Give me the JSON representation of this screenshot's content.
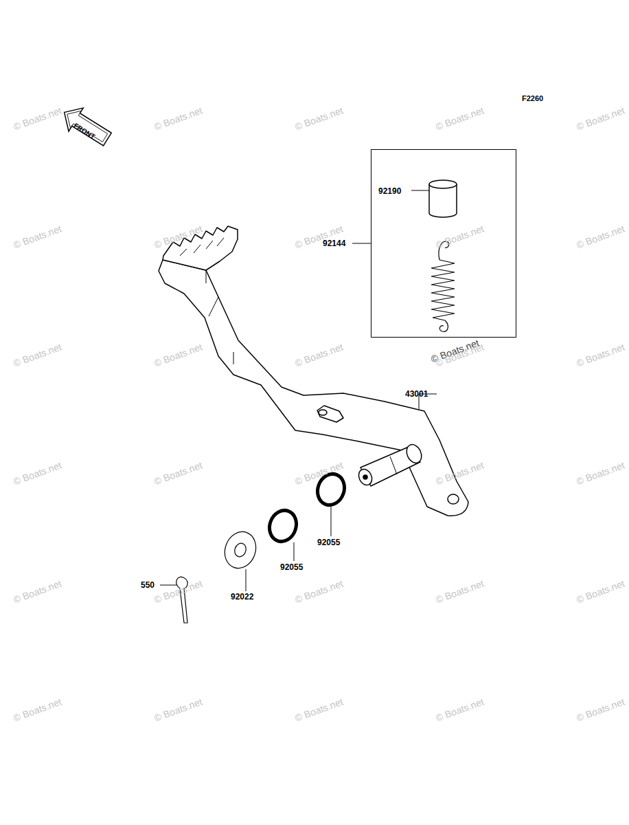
{
  "diagram": {
    "nodes": [
      {
        "text": [
          "92190"
        ]
      }
    ],
    "labels": [
      "F2260",
      "FRONT",
      "92144",
      "43001",
      "92055",
      "92055",
      "92022",
      "550",
      "© Boats.net",
      "© Boats.net",
      "© Boats.net",
      "© Boats.net",
      "© Boats.net",
      "© Boats.net",
      "© Boats.net",
      "© Boats.net",
      "© Boats.net",
      "© Boats.net",
      "© Boats.net",
      "© Boats.net",
      "© Boats.net",
      "© Boats.net",
      "© Boats.net",
      "© Boats.net",
      "© Boats.net",
      "© Boats.net",
      "© Boats.net",
      "© Boats.net",
      "© Boats.net",
      "© Boats.net",
      "© Boats.net",
      "© Boats.net",
      "© Boats.net",
      "© Boats.net",
      "© Boats.net",
      "© Boats.net",
      "© Boats.net",
      "© Boats.net",
      "© Boats.net"
    ]
  }
}
